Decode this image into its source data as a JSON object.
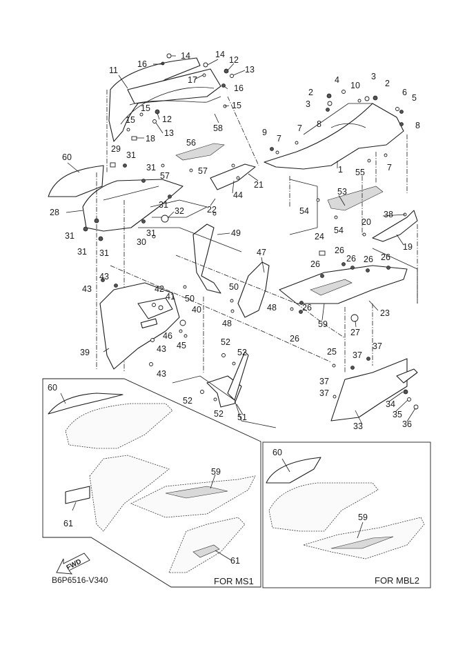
{
  "diagram": {
    "title": "Side cover / fairing exploded parts diagram",
    "drawing_code": "B6P6516-V340",
    "direction_indicator": "FWD",
    "variants": [
      {
        "label": "FOR MS1",
        "parts": [
          "60",
          "61",
          "59",
          "61"
        ]
      },
      {
        "label": "FOR MBL2",
        "parts": [
          "60",
          "59"
        ]
      }
    ],
    "callouts": {
      "c1": "1",
      "c2a": "2",
      "c2b": "2",
      "c3a": "3",
      "c3b": "3",
      "c4": "4",
      "c5": "5",
      "c6": "6",
      "c7a": "7",
      "c7b": "7",
      "c7c": "7",
      "c8a": "8",
      "c8b": "8",
      "c9": "9",
      "c10": "10",
      "c11": "11",
      "c12a": "12",
      "c12b": "12",
      "c13a": "13",
      "c13b": "13",
      "c14a": "14",
      "c14b": "14",
      "c15a": "15",
      "c15b": "15",
      "c15c": "15",
      "c16a": "16",
      "c16b": "16",
      "c17": "17",
      "c18": "18",
      "c19": "19",
      "c20": "20",
      "c21": "21",
      "c22": "22",
      "c23": "23",
      "c24": "24",
      "c25": "25",
      "c26a": "26",
      "c26b": "26",
      "c26c": "26",
      "c26d": "26",
      "c26e": "26",
      "c26f": "26",
      "c26g": "26",
      "c27": "27",
      "c28": "28",
      "c29": "29",
      "c30": "30",
      "c31a": "31",
      "c31b": "31",
      "c31c": "31",
      "c31d": "31",
      "c31e": "31",
      "c31f": "31",
      "c31g": "31",
      "c32": "32",
      "c33": "33",
      "c34": "34",
      "c35": "35",
      "c36": "36",
      "c37a": "37",
      "c37b": "37",
      "c37c": "37",
      "c37d": "37",
      "c38": "38",
      "c39": "39",
      "c40": "40",
      "c41": "41",
      "c42": "42",
      "c43a": "43",
      "c43b": "43",
      "c43c": "43",
      "c43d": "43",
      "c44": "44",
      "c45": "45",
      "c46": "46",
      "c47": "47",
      "c48a": "48",
      "c48b": "48",
      "c49": "49",
      "c50a": "50",
      "c50b": "50",
      "c51": "51",
      "c52a": "52",
      "c52b": "52",
      "c52c": "52",
      "c52d": "52",
      "c53": "53",
      "c54a": "54",
      "c54b": "54",
      "c55": "55",
      "c56": "56",
      "c57a": "57",
      "c57b": "57",
      "c58": "58",
      "c59": "59",
      "c60": "60",
      "v1_60": "60",
      "v1_61a": "61",
      "v1_59": "59",
      "v1_61b": "61",
      "v2_60": "60",
      "v2_59": "59"
    }
  }
}
